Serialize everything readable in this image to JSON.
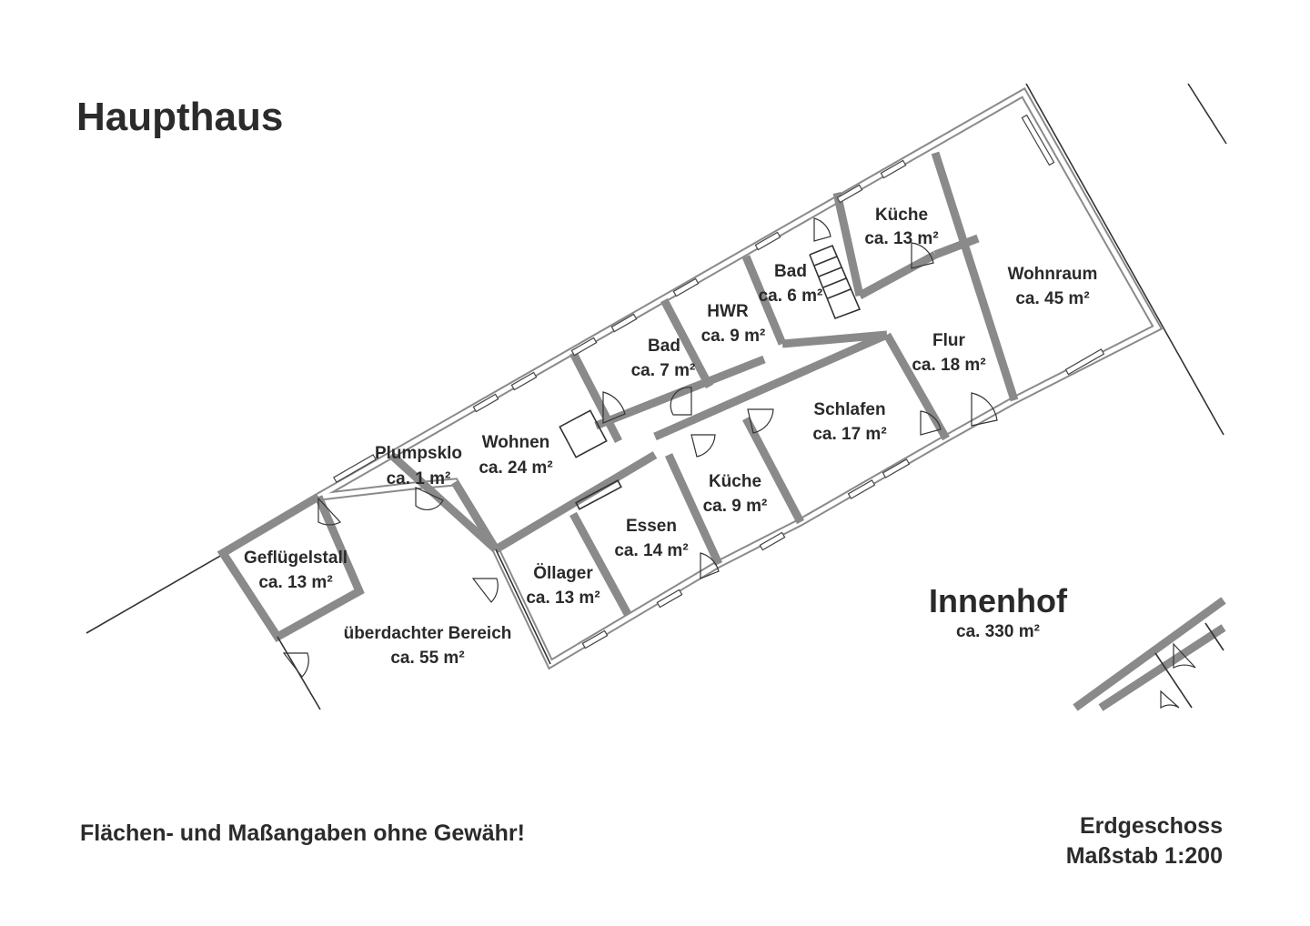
{
  "title": "Haupthaus",
  "disclaimer": "Flächen- und Maßangaben ohne Gewähr!",
  "floor": "Erdgeschoss",
  "scale": "Maßstab 1:200",
  "rooms": [
    {
      "name": "Küche",
      "area": "ca. 13 m²"
    },
    {
      "name": "Wohnraum",
      "area": "ca. 45 m²"
    },
    {
      "name": "Bad",
      "area": "ca. 6 m²"
    },
    {
      "name": "HWR",
      "area": "ca. 9 m²"
    },
    {
      "name": "Bad",
      "area": "ca. 7 m²"
    },
    {
      "name": "Flur",
      "area": "ca. 18 m²"
    },
    {
      "name": "Schlafen",
      "area": "ca. 17 m²"
    },
    {
      "name": "Plumpsklo",
      "area": "ca. 1 m²"
    },
    {
      "name": "Wohnen",
      "area": "ca. 24 m²"
    },
    {
      "name": "Küche",
      "area": "ca. 9 m²"
    },
    {
      "name": "Essen",
      "area": "ca. 14 m²"
    },
    {
      "name": "Geflügelstall",
      "area": "ca. 13 m²"
    },
    {
      "name": "Öllager",
      "area": "ca. 13 m²"
    },
    {
      "name": "überdachter Bereich",
      "area": "ca. 55 m²"
    }
  ],
  "courtyard": {
    "name": "Innenhof",
    "area": "ca. 330 m²"
  }
}
